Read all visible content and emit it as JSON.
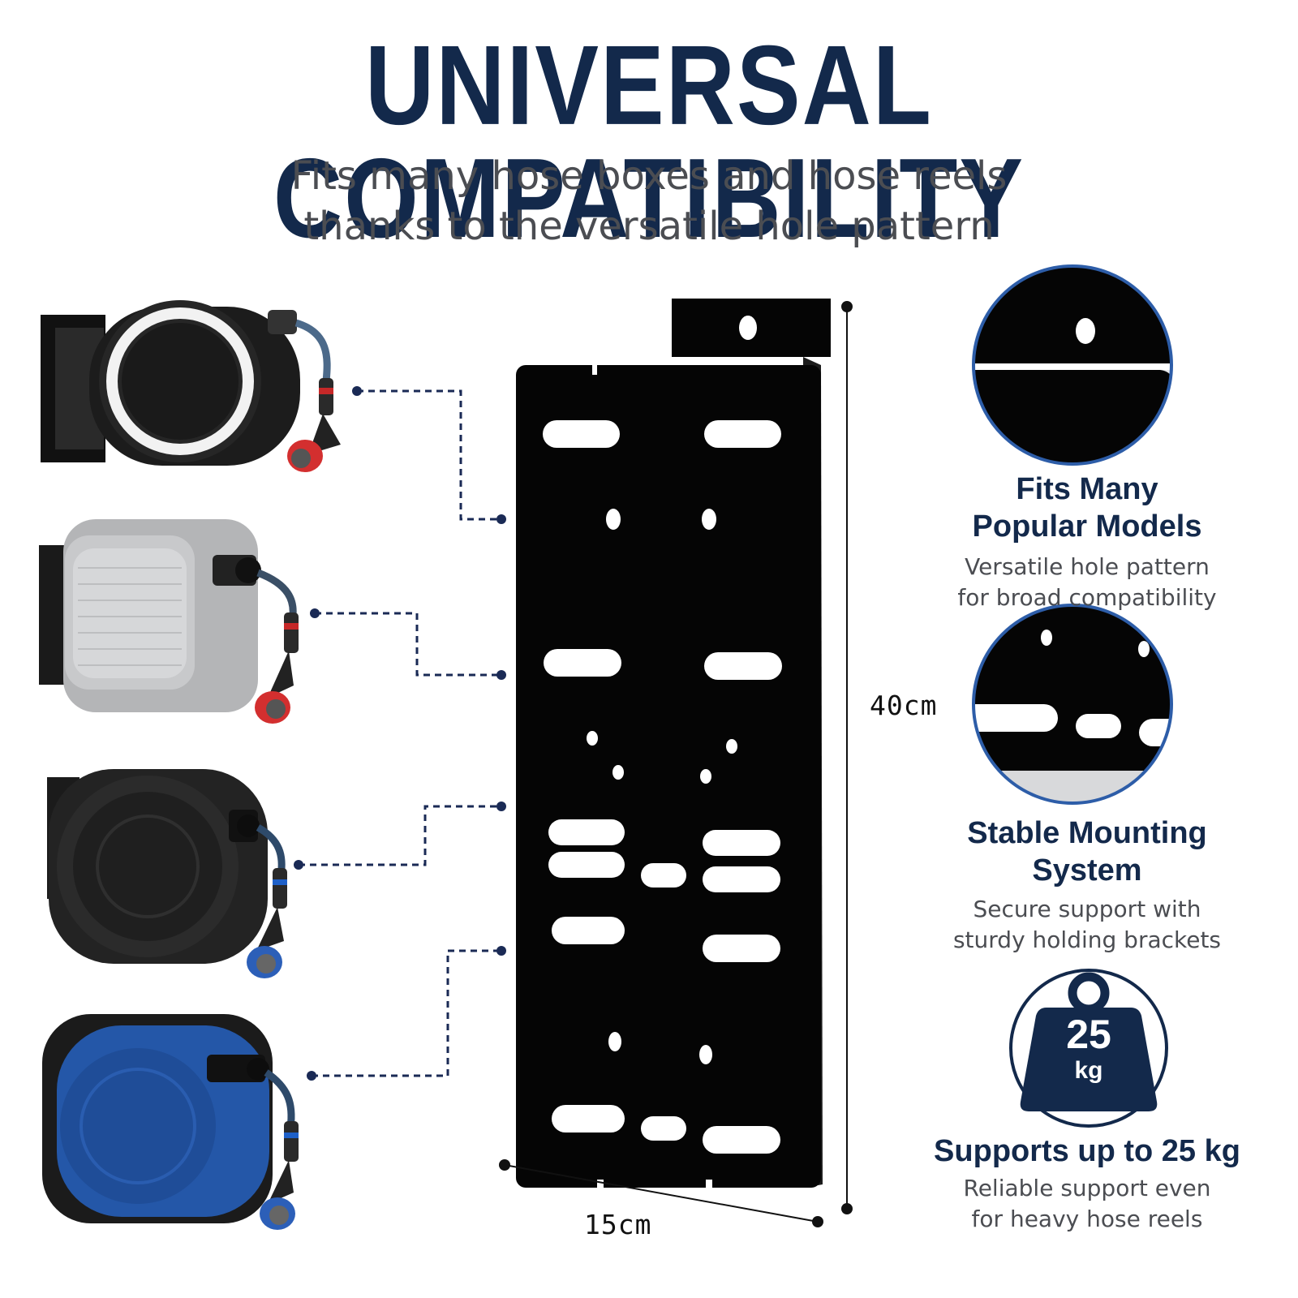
{
  "header": {
    "title": "UNIVERSAL COMPATIBILITY",
    "subtitle_line1": "Fits many hose boxes and hose reels",
    "subtitle_line2": "thanks to the versatile hole pattern"
  },
  "dimensions": {
    "height_label": "40cm",
    "width_label": "15cm"
  },
  "reels": [
    {
      "name": "black-white-ring-hose-reel",
      "color": "#1c1c1c"
    },
    {
      "name": "grey-hose-reel",
      "color": "#b4b5b7"
    },
    {
      "name": "black-hose-reel",
      "color": "#232323"
    },
    {
      "name": "blue-hose-reel",
      "color": "#2457a8"
    }
  ],
  "features": [
    {
      "title_line1": "Fits Many",
      "title_line2": "Popular Models",
      "desc_line1": "Versatile hole pattern",
      "desc_line2": "for broad compatibility"
    },
    {
      "title_line1": "Stable Mounting",
      "title_line2": "System",
      "desc_line1": "Secure support with",
      "desc_line2": "sturdy holding brackets"
    },
    {
      "title_line1": "Supports up to 25 kg",
      "desc_line1": "Reliable support even",
      "desc_line2": "for heavy hose reels"
    }
  ],
  "weight_badge": {
    "number": "25",
    "unit": "kg",
    "icon": "weight-icon"
  },
  "colors": {
    "navy": "#13294b",
    "plate": "#050505",
    "text_grey": "#4b4d52"
  }
}
